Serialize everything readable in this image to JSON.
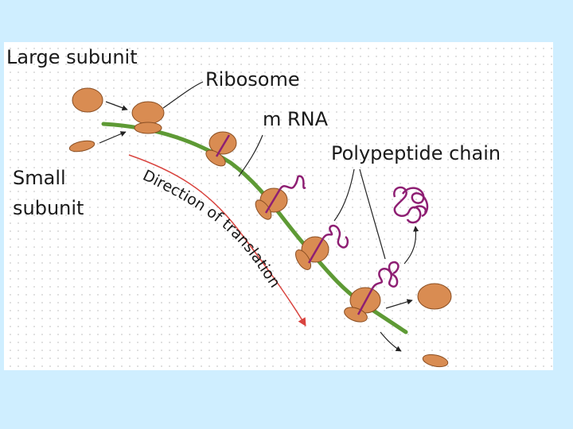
{
  "labels": {
    "large_subunit": "Large subunit",
    "ribosome": "Ribosome",
    "mrna": "m RNA",
    "polypeptide_chain": "Polypeptide chain",
    "small_subunit_line1": "Small",
    "small_subunit_line2": "subunit",
    "direction_of_translation": "Direction of translation"
  },
  "colors": {
    "background": "#cfeeff",
    "panel": "#ffffff",
    "subunit_fill": "#d98c52",
    "subunit_stroke": "#8a4e22",
    "mrna": "#5e9a35",
    "polypeptide": "#8e1f73",
    "direction_arrow": "#d9443f",
    "pointer": "#222222"
  }
}
